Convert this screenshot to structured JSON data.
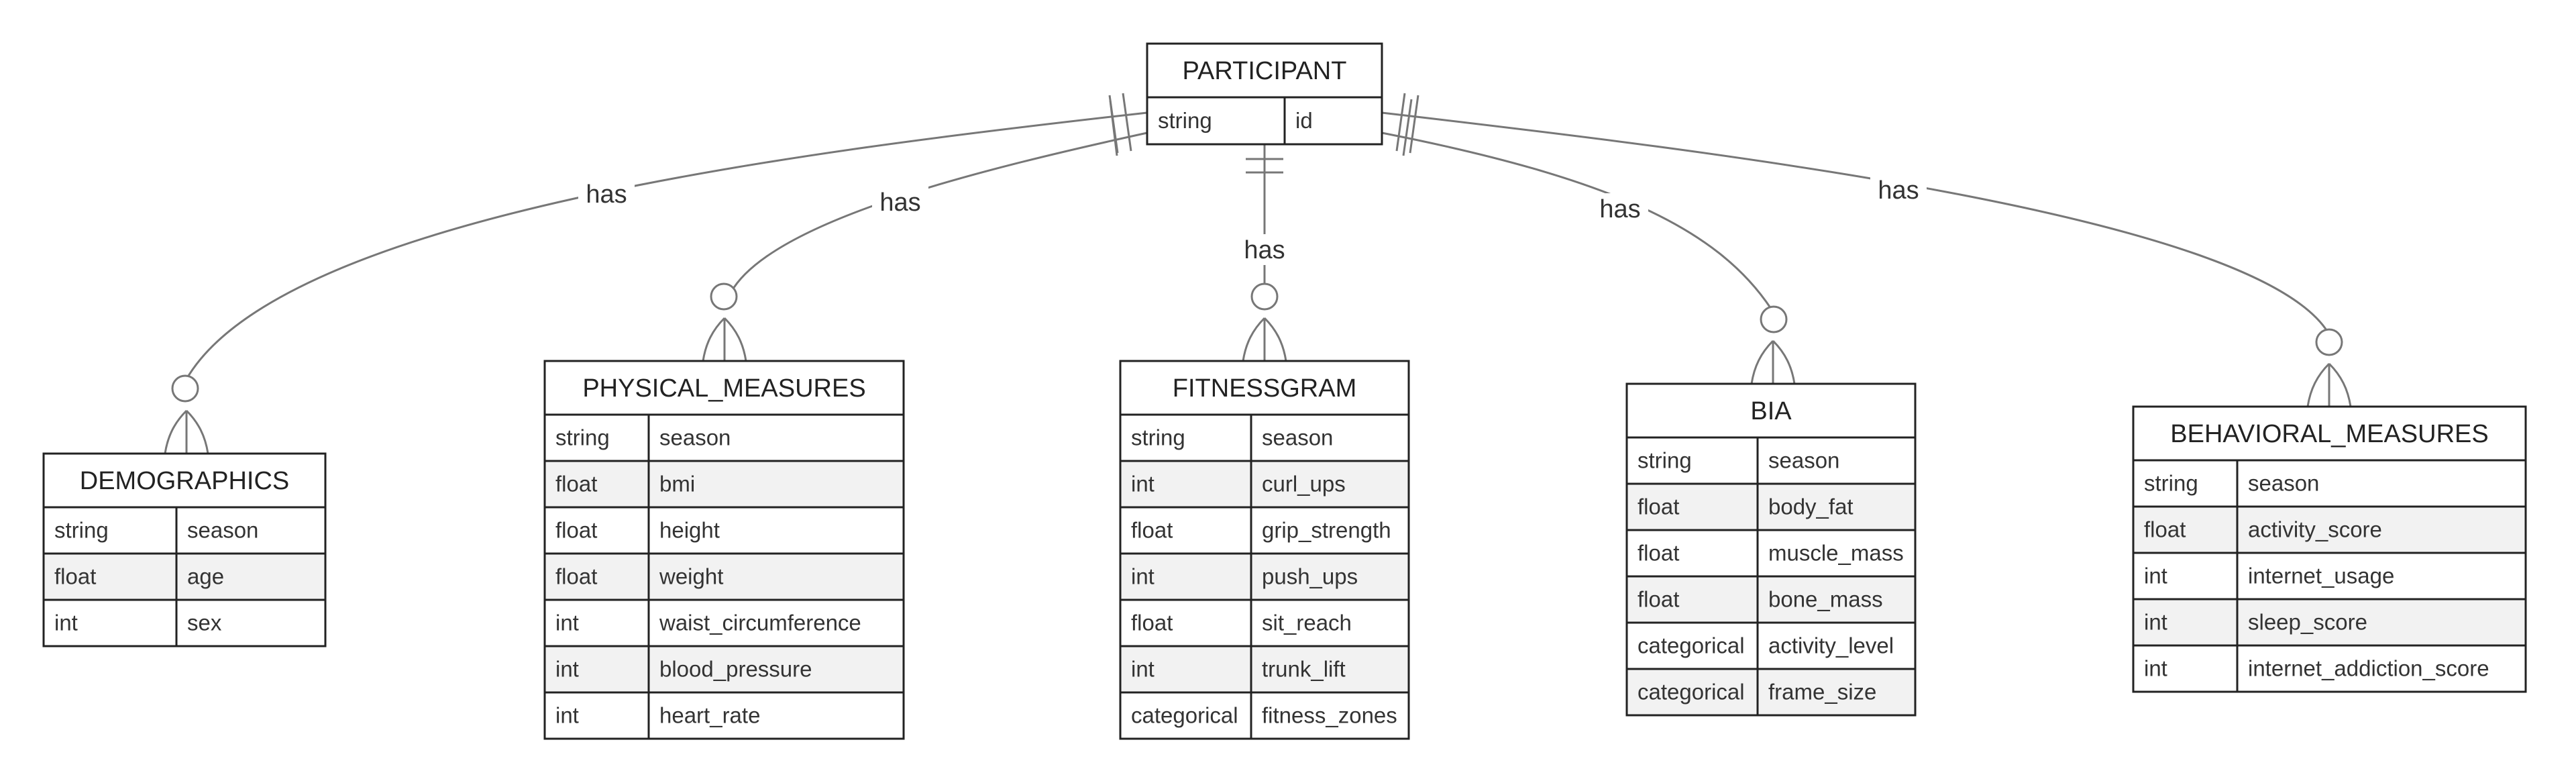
{
  "colors": {
    "border": "#222222",
    "row_alt": "#f2f2f2",
    "connector": "#777777",
    "background": "#ffffff"
  },
  "relationships": [
    {
      "from": "PARTICIPANT",
      "to": "DEMOGRAPHICS",
      "label": "has",
      "from_cardinality": "exactly-one",
      "to_cardinality": "zero-or-many"
    },
    {
      "from": "PARTICIPANT",
      "to": "PHYSICAL_MEASURES",
      "label": "has",
      "from_cardinality": "exactly-one",
      "to_cardinality": "zero-or-many"
    },
    {
      "from": "PARTICIPANT",
      "to": "FITNESSGRAM",
      "label": "has",
      "from_cardinality": "exactly-one",
      "to_cardinality": "zero-or-many"
    },
    {
      "from": "PARTICIPANT",
      "to": "BIA",
      "label": "has",
      "from_cardinality": "exactly-one",
      "to_cardinality": "zero-or-many"
    },
    {
      "from": "PARTICIPANT",
      "to": "BEHAVIORAL_MEASURES",
      "label": "has",
      "from_cardinality": "exactly-one",
      "to_cardinality": "zero-or-many"
    }
  ],
  "entities": {
    "participant": {
      "name": "PARTICIPANT",
      "attributes": [
        {
          "type": "string",
          "name": "id"
        }
      ]
    },
    "demographics": {
      "name": "DEMOGRAPHICS",
      "attributes": [
        {
          "type": "string",
          "name": "season"
        },
        {
          "type": "float",
          "name": "age"
        },
        {
          "type": "int",
          "name": "sex"
        }
      ]
    },
    "physical_measures": {
      "name": "PHYSICAL_MEASURES",
      "attributes": [
        {
          "type": "string",
          "name": "season"
        },
        {
          "type": "float",
          "name": "bmi"
        },
        {
          "type": "float",
          "name": "height"
        },
        {
          "type": "float",
          "name": "weight"
        },
        {
          "type": "int",
          "name": "waist_circumference"
        },
        {
          "type": "int",
          "name": "blood_pressure"
        },
        {
          "type": "int",
          "name": "heart_rate"
        }
      ]
    },
    "fitnessgram": {
      "name": "FITNESSGRAM",
      "attributes": [
        {
          "type": "string",
          "name": "season"
        },
        {
          "type": "int",
          "name": "curl_ups"
        },
        {
          "type": "float",
          "name": "grip_strength"
        },
        {
          "type": "int",
          "name": "push_ups"
        },
        {
          "type": "float",
          "name": "sit_reach"
        },
        {
          "type": "int",
          "name": "trunk_lift"
        },
        {
          "type": "categorical",
          "name": "fitness_zones"
        }
      ]
    },
    "bia": {
      "name": "BIA",
      "attributes": [
        {
          "type": "string",
          "name": "season"
        },
        {
          "type": "float",
          "name": "body_fat"
        },
        {
          "type": "float",
          "name": "muscle_mass"
        },
        {
          "type": "float",
          "name": "bone_mass"
        },
        {
          "type": "categorical",
          "name": "activity_level"
        },
        {
          "type": "categorical",
          "name": "frame_size"
        }
      ]
    },
    "behavioral_measures": {
      "name": "BEHAVIORAL_MEASURES",
      "attributes": [
        {
          "type": "string",
          "name": "season"
        },
        {
          "type": "float",
          "name": "activity_score"
        },
        {
          "type": "int",
          "name": "internet_usage"
        },
        {
          "type": "int",
          "name": "sleep_score"
        },
        {
          "type": "int",
          "name": "internet_addiction_score"
        }
      ]
    }
  }
}
